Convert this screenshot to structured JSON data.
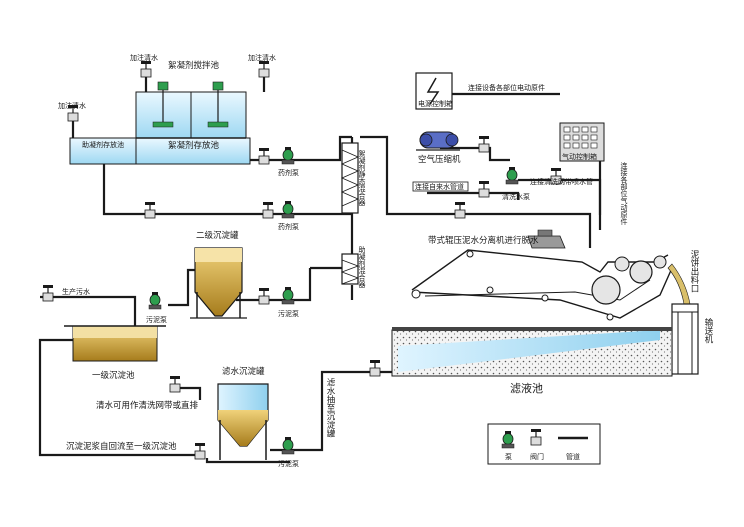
{
  "labels": {
    "clear_water_1": "加注清水",
    "clear_water_2": "加注清水",
    "clear_water_3": "加注清水",
    "flocculant_mix_tank": "絮凝剂搅拌池",
    "flocculant_storage_tank": "絮凝剂存放池",
    "coagulant_storage_tank": "助凝剂存放池",
    "dosing_pump_1": "药剂泵",
    "dosing_pump_2": "药剂泵",
    "static_mixer_flocculant": "絮凝剂静态混合器",
    "static_mixer_coagulant": "助凝剂混合器",
    "power_cabinet": "电源控制箱",
    "power_connect": "连接设备各部位电动原件",
    "air_compressor": "空气压缩机",
    "pneumatic_cabinet": "气动控制箱",
    "pneumatic_connect": "连接各部位气动原件",
    "tap_water": "连接自来水管道",
    "spray_connect": "连接清洗网带喷水管",
    "wash_pump": "清洗水泵",
    "belt_press_note": "带式辊压泥水分离机进行脱水",
    "sludge_outlet": "泥饼出料口",
    "conveyor": "输送机",
    "secondary_settling": "二级沉淀罐",
    "sewage_in": "生产污水",
    "sludge_pump_1": "污泥泵",
    "sludge_pump_2": "污泥泵",
    "sludge_pump_3": "污泥泵",
    "primary_settling": "一级沉淀池",
    "filtrate_tank": "滤水沉淀罐",
    "rinse_note": "清水可用作清洗网带或直排",
    "backflow_note": "沉淀泥浆自回流至一级沉淀池",
    "filtrate_to_tank": "滤水抽至沉淀罐",
    "filtrate_pool": "滤液池"
  },
  "legend": {
    "pump": "泵",
    "valve": "阀门",
    "pipe": "管道"
  },
  "colors": {
    "water": "#bfe6f7",
    "sludge": "#c7a13a",
    "pump": "#2e9e4e",
    "pipe": "#1a1a1a"
  }
}
